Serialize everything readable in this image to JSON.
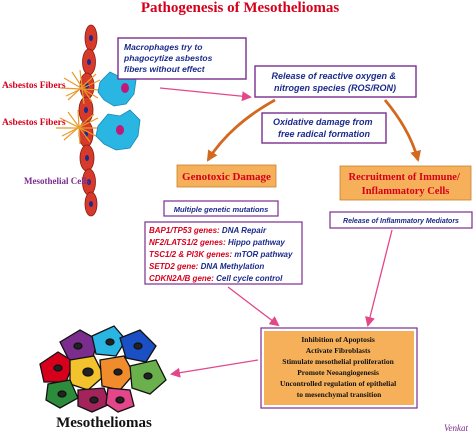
{
  "title": "Pathogenesis of Mesotheliomas",
  "side_labels": {
    "asbestos_top": "Asbestos Fibers",
    "asbestos_bottom": "Asbestos Fibers",
    "mesothelial": "Mesothelial Cells"
  },
  "macrophage_box": [
    "Macrophages try to",
    "phagocytize asbestos",
    "fibers without effect"
  ],
  "ros_box": [
    "Release of reactive oxygen &",
    "nitrogen species (ROS/RON)"
  ],
  "oxidative_box": [
    "Oxidative damage from",
    "free radical formation"
  ],
  "genotoxic_box": "Genotoxic Damage",
  "recruitment_box": [
    "Recruitment of Immune/",
    "Inflammatory Cells"
  ],
  "mutations_box": "Multiple genetic mutations",
  "gene_list": [
    {
      "gene": "BAP1/TP53 genes:",
      "effect": " DNA Repair"
    },
    {
      "gene": "NF2/LATS1/2 genes:",
      "effect": " Hippo pathway"
    },
    {
      "gene": "TSC1/2 & PI3K genes:",
      "effect": " mTOR pathway"
    },
    {
      "gene": "SETD2 gene:",
      "effect": " DNA Methylation"
    },
    {
      "gene": "CDKN2A/B gene:",
      "effect": " Cell cycle control"
    }
  ],
  "mediators_box": "Release of Inflammatory Mediators",
  "outcomes_box": [
    "Inhibition of Apoptosis",
    "Activate Fibroblasts",
    "Stimulate mesothelial proliferation",
    "Promote Neoangiogenesis",
    "Uncontrolled regulation of epithelial",
    "to mesenchymal transition"
  ],
  "tumor_label": "Mesotheliomas",
  "signature": "Venkat",
  "colors": {
    "title_red": "#d6001c",
    "box_border": "#7b2d8e",
    "ros_text": "#1b2a8c",
    "arrow_pink": "#e4468a",
    "arrow_brown": "#d2691e",
    "orange_fill": "#f6b05a",
    "cell_red": "#d63a2a",
    "macrophage_blue": "#29b6e3",
    "fiber_orange": "#e89a2c"
  }
}
